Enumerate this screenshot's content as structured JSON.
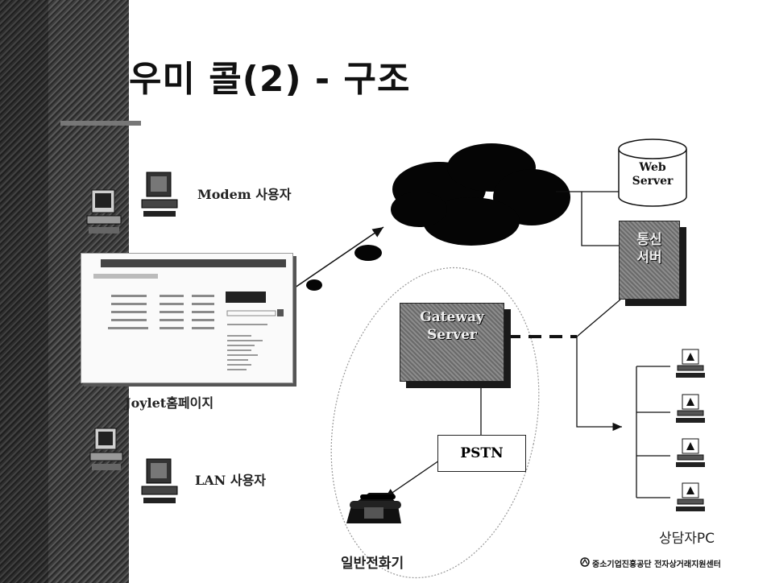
{
  "slide": {
    "title": "우미 콜(2) - 구조",
    "footer": "중소기업진흥공단 전자상거래지원센터"
  },
  "nodes": {
    "modem_user": "Modem 사용자",
    "lan_user": "LAN 사용자",
    "homepage": "Joylet홈페이지",
    "web_server": [
      "Web",
      "Server"
    ],
    "comm_server": [
      "통신",
      "서버"
    ],
    "gateway_server": [
      "Gateway",
      "Server"
    ],
    "pstn": "PSTN",
    "phone": "일반전화기",
    "agent_pc": "상담자PC"
  },
  "colors": {
    "line": "#111111",
    "box_fill": "#7a7a7a",
    "ellipse": "#9a9a9a"
  }
}
